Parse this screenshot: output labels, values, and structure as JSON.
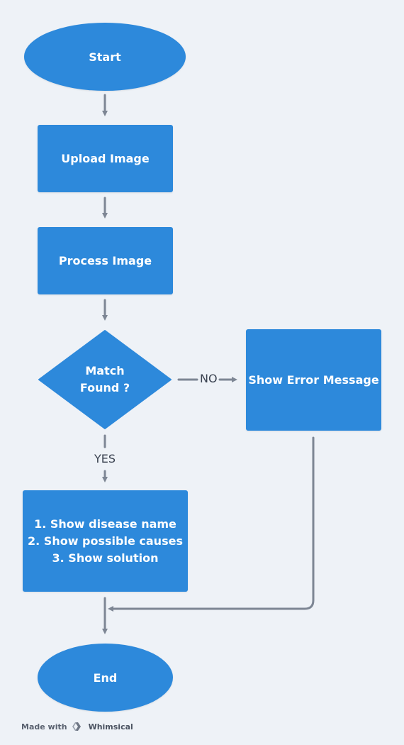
{
  "nodes": {
    "start": "Start",
    "upload": "Upload Image",
    "process": "Process Image",
    "decision_line1": "Match",
    "decision_line2": "Found ?",
    "error": "Show Error Message",
    "result_lines": [
      "1.  Show disease name",
      "2.  Show possible causes",
      "3.  Show solution"
    ],
    "end": "End"
  },
  "edges": {
    "no_label": "NO",
    "yes_label": "YES"
  },
  "footer": {
    "made_with": "Made with",
    "brand": "Whimsical"
  },
  "colors": {
    "node_fill": "#2d89db",
    "connector": "#7d8694",
    "background": "#eef2f7"
  }
}
